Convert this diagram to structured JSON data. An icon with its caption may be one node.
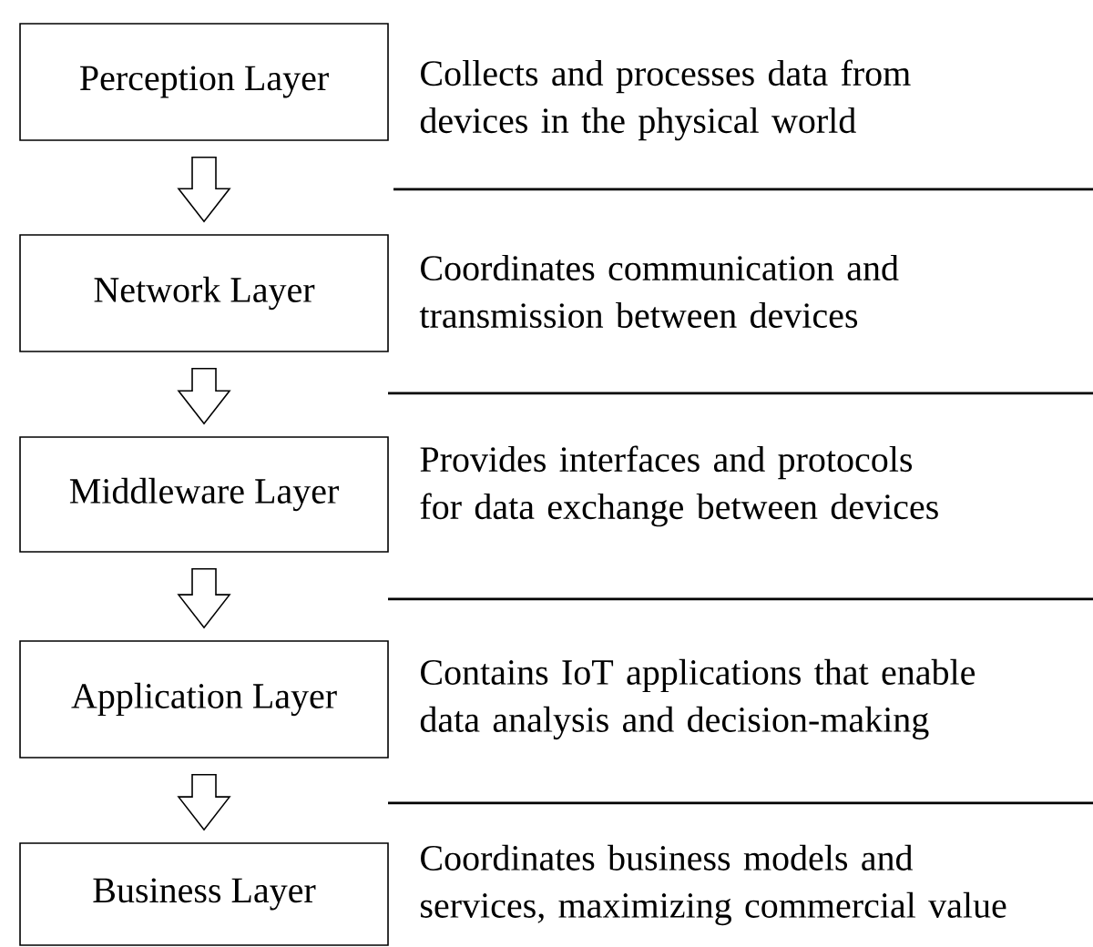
{
  "diagram": {
    "nodes": [
      {
        "text": [
          "Perception Layer"
        ],
        "beside": [
          "Collects and processes data from devices in the physical world"
        ]
      },
      {
        "text": [
          "Network Layer"
        ],
        "beside": [
          "Coordinates communication and transmission between devices"
        ]
      },
      {
        "text": [
          "Middleware Layer"
        ],
        "beside": [
          "Provides interfaces and protocols for data exchange between devices"
        ]
      },
      {
        "text": [
          "Application Layer"
        ],
        "beside": [
          "Contains IoT applications that enable data analysis and decision-making"
        ]
      },
      {
        "text": [
          "Business Layer"
        ],
        "beside": [
          "Coordinates business models and services, maximizing commercial value"
        ]
      }
    ],
    "edges": [
      {
        "from": 0,
        "to": 1,
        "arrow": "to"
      },
      {
        "from": 1,
        "to": 2,
        "arrow": "to"
      },
      {
        "from": 2,
        "to": 3,
        "arrow": "to"
      },
      {
        "from": 3,
        "to": 4,
        "arrow": "to"
      }
    ]
  }
}
